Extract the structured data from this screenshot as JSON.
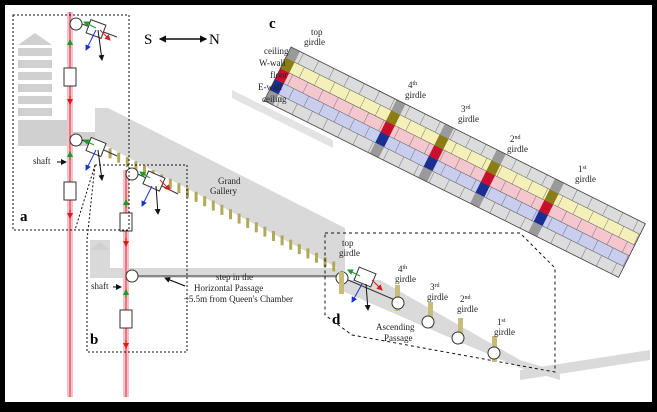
{
  "orientation": {
    "south": "S",
    "north": "N"
  },
  "panels": {
    "a": "a",
    "b": "b",
    "c": "c",
    "d": "d"
  },
  "labels": {
    "shaft_a": "shaft",
    "shaft_b": "shaft",
    "grand_gallery_1": "Grand",
    "grand_gallery_2": "Gallery",
    "step_1": "step in the",
    "step_2": "Horizontal Passage",
    "step_3": "~5.5m from Queen's Chamber",
    "ascending_1": "Ascending",
    "ascending_2": "Passage"
  },
  "wall_legend": {
    "top_1": "top",
    "top_2": "girdle",
    "ceiling_top": "ceiling",
    "w_wall": "W-wall",
    "floor": "floor",
    "e_wall": "E-wall",
    "ceiling_bottom": "ceiling"
  },
  "colors": {
    "w_wall": "#8a7d14",
    "floor": "#c8102e",
    "e_wall": "#1a2f8f",
    "ceiling": "#9a9a9a",
    "w_band": "#f5f0b8",
    "floor_band": "#f4c7cf",
    "e_band": "#c9cdee",
    "ceiling_band": "#dcdcdc"
  },
  "girdles_c": [
    {
      "ord": "4",
      "sup": "th",
      "word": "girdle"
    },
    {
      "ord": "3",
      "sup": "rd",
      "word": "girdle"
    },
    {
      "ord": "2",
      "sup": "nd",
      "word": "girdle"
    },
    {
      "ord": "1",
      "sup": "st",
      "word": "girdle"
    }
  ],
  "girdles_d": [
    {
      "ord": "top",
      "sup": "",
      "word": "girdle"
    },
    {
      "ord": "4",
      "sup": "th",
      "word": "girdle"
    },
    {
      "ord": "3",
      "sup": "rd",
      "word": "girdle"
    },
    {
      "ord": "2",
      "sup": "nd",
      "word": "girdle"
    },
    {
      "ord": "1",
      "sup": "st",
      "word": "girdle"
    }
  ]
}
